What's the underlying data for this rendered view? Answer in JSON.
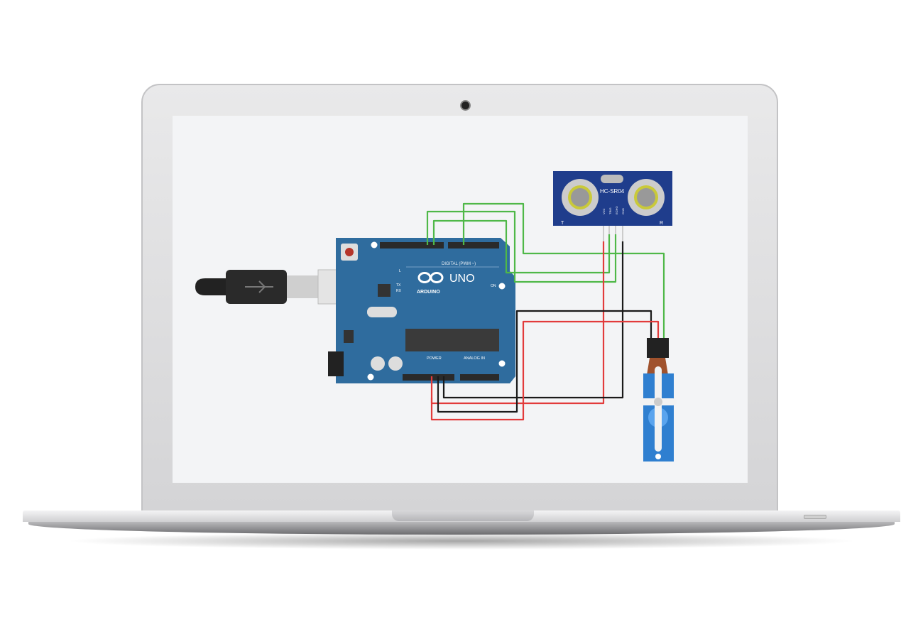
{
  "board": {
    "logo_text": "ARDUINO",
    "model": "UNO",
    "digital_label": "DIGITAL (PWM ~)",
    "power_label": "POWER",
    "analog_label": "ANALOG IN",
    "led_l": "L",
    "led_tx": "TX",
    "led_rx": "RX",
    "led_on": "ON"
  },
  "sensor": {
    "model": "HC-SR04",
    "left_label": "T",
    "right_label": "R",
    "pins": [
      "VCC",
      "TRIG",
      "ECHO",
      "GND"
    ]
  },
  "colors": {
    "board": "#2f6c9e",
    "wire_signal": "#4fb848",
    "wire_power": "#e23b3b",
    "wire_ground": "#1a1a1a",
    "sensor": "#1f3d8c",
    "servo": "#2f7fd0"
  }
}
